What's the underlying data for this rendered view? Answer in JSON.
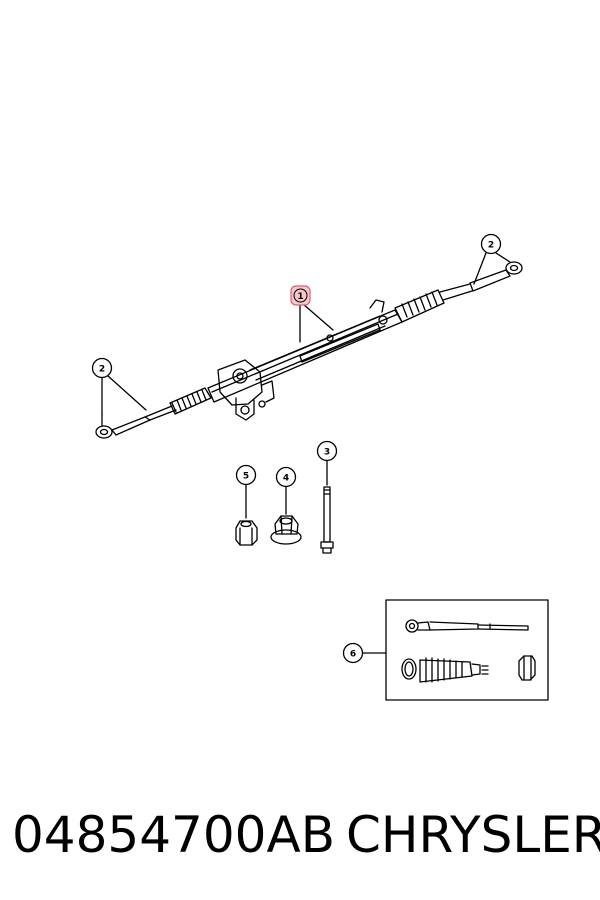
{
  "callouts": {
    "c1": "1",
    "c2_right": "2",
    "c2_left": "2",
    "c3": "3",
    "c4": "4",
    "c5": "5",
    "c6": "6"
  },
  "caption": {
    "part_number": "04854700AB",
    "brand": "CHRYSLER"
  },
  "colors": {
    "line": "#000000",
    "highlight_fill": "#f6c6cc",
    "highlight_stroke": "#d9646f"
  }
}
